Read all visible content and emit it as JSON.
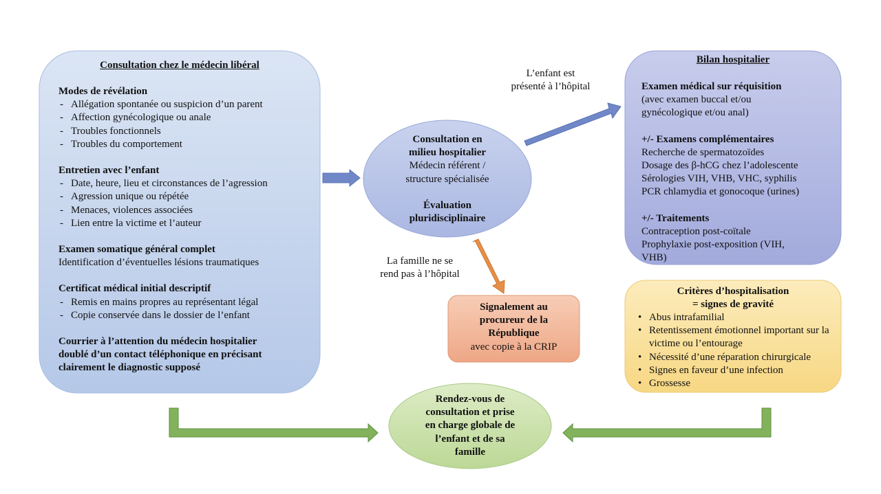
{
  "left_box": {
    "title": "Consultation chez le médecin libéral",
    "sections": [
      {
        "heading": "Modes de révélation",
        "items": [
          "Allégation spontanée ou suspicion d’un parent",
          "Affection gynécologique ou anale",
          "Troubles fonctionnels",
          "Troubles du comportement"
        ]
      },
      {
        "heading": "Entretien avec l’enfant",
        "items": [
          "Date, heure, lieu et circonstances de l’agression",
          "Agression unique ou répétée",
          "Menaces, violences associées",
          "Lien entre la victime et l’auteur"
        ]
      },
      {
        "heading": "Examen somatique général complet",
        "text": "Identification d’éventuelles lésions traumatiques"
      },
      {
        "heading": "Certificat médical initial descriptif",
        "items": [
          "Remis en mains propres au représentant légal",
          "Copie conservée dans le dossier de l’enfant"
        ]
      }
    ],
    "footer_lines": [
      "Courrier à l’attention du médecin hospitalier",
      "doublé d’un contact téléphonique en précisant",
      "clairement  le diagnostic supposé"
    ]
  },
  "center_ellipse": {
    "bold_lines": [
      "Consultation en",
      "milieu hospitalier"
    ],
    "normal_lines": [
      "Médecin référent /",
      "structure spécialisée"
    ],
    "bold_lines_2": [
      "Évaluation",
      "pluridisciplinaire"
    ]
  },
  "label_hospital": [
    "L’enfant est",
    "présenté à l’hôpital"
  ],
  "label_family": [
    "La famille ne se",
    "rend pas à l’hôpital"
  ],
  "bilan": {
    "title": "Bilan hospitalier",
    "exam_heading": "Examen médical sur réquisition",
    "exam_lines": [
      "(avec examen buccal et/ou",
      "gynécologique et/ou anal)"
    ],
    "complementary_heading": "+/- Examens complémentaires",
    "complementary_lines": [
      "Recherche de spermatozoïdes",
      "Dosage des β-hCG chez l’adolescente",
      "Sérologies VIH, VHB, VHC, syphilis",
      "PCR chlamydia et gonocoque (urines)"
    ],
    "treatments_heading": "+/- Traitements",
    "treatments_lines": [
      "Contraception post-coïtale",
      "Prophylaxie post-exposition (VIH,",
      "VHB)"
    ]
  },
  "signalement": {
    "bold_lines": [
      "Signalement au",
      "procureur de la",
      "République"
    ],
    "normal_line": "avec copie à la CRIP"
  },
  "criteres": {
    "title_lines": [
      "Critères d’hospitalisation",
      "= signes de gravité"
    ],
    "items": [
      "Abus intrafamilial",
      "Retentissement émotionnel important sur la victime ou l’entourage",
      "Nécessité d’une réparation chirurgicale",
      "Signes en faveur d’une infection",
      "Grossesse"
    ]
  },
  "rendezvous": {
    "lines": [
      "Rendez-vous de",
      "consultation et prise",
      "en charge globale de",
      "l’enfant et de sa",
      "famille"
    ]
  },
  "colors": {
    "blue_box": "#c6d6ee",
    "blue_border": "#9fb5d9",
    "purple_box": "#b1b8e2",
    "orange_box": "#f2b89c",
    "yellow_box": "#fbe3a0",
    "green_ellipse": "#cfe3b0",
    "blue_arrow": "#6f87c9",
    "orange_arrow": "#e58a43",
    "green_arrow": "#7fb05a"
  }
}
